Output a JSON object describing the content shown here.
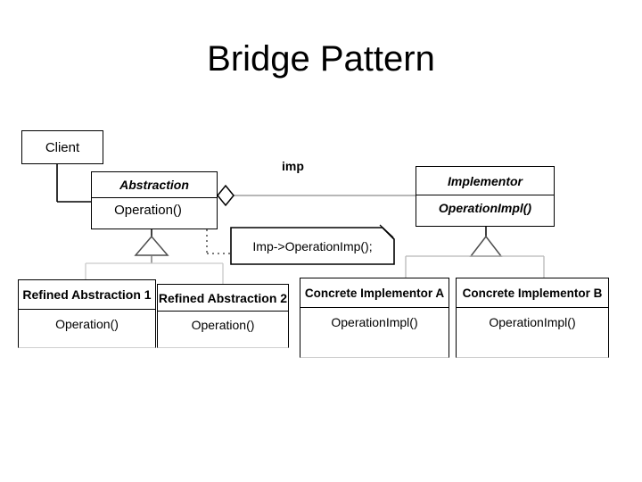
{
  "slide": {
    "title": "Bridge Pattern",
    "background_color": "#ffffff",
    "line_color": "#000000"
  },
  "diagram": {
    "type": "uml-class-diagram",
    "pattern_name": "Bridge Pattern",
    "association_label": "imp",
    "classes": [
      {
        "id": "client",
        "name": "Client",
        "italic": false,
        "operations": []
      },
      {
        "id": "abstraction",
        "name": "Abstraction",
        "italic": true,
        "operations": [
          "Operation()"
        ]
      },
      {
        "id": "implementor",
        "name": "Implementor",
        "italic": true,
        "operations": [
          "OperationImpl()"
        ]
      },
      {
        "id": "refined-abstraction-1",
        "name": "Refined Abstraction 1",
        "italic": false,
        "operations": [
          "Operation()"
        ]
      },
      {
        "id": "refined-abstraction-2",
        "name": "Refined Abstraction 2",
        "italic": false,
        "operations": [
          "Operation()"
        ]
      },
      {
        "id": "concrete-implementor-a",
        "name": "Concrete Implementor A",
        "italic": false,
        "operations": [
          "OperationImpl()"
        ]
      },
      {
        "id": "concrete-implementor-b",
        "name": "Concrete Implementor B",
        "italic": false,
        "operations": [
          "OperationImpl()"
        ]
      }
    ],
    "note": {
      "id": "operation-note",
      "text": "Imp->OperationImp();",
      "anchored_to": "Operation()"
    },
    "relationships": [
      {
        "from": "client",
        "to": "abstraction",
        "kind": "association"
      },
      {
        "from": "abstraction",
        "to": "implementor",
        "kind": "aggregation",
        "label": "imp"
      },
      {
        "from": "refined-abstraction-1",
        "to": "abstraction",
        "kind": "generalization"
      },
      {
        "from": "refined-abstraction-2",
        "to": "abstraction",
        "kind": "generalization"
      },
      {
        "from": "concrete-implementor-a",
        "to": "implementor",
        "kind": "generalization"
      },
      {
        "from": "concrete-implementor-b",
        "to": "implementor",
        "kind": "generalization"
      }
    ]
  }
}
